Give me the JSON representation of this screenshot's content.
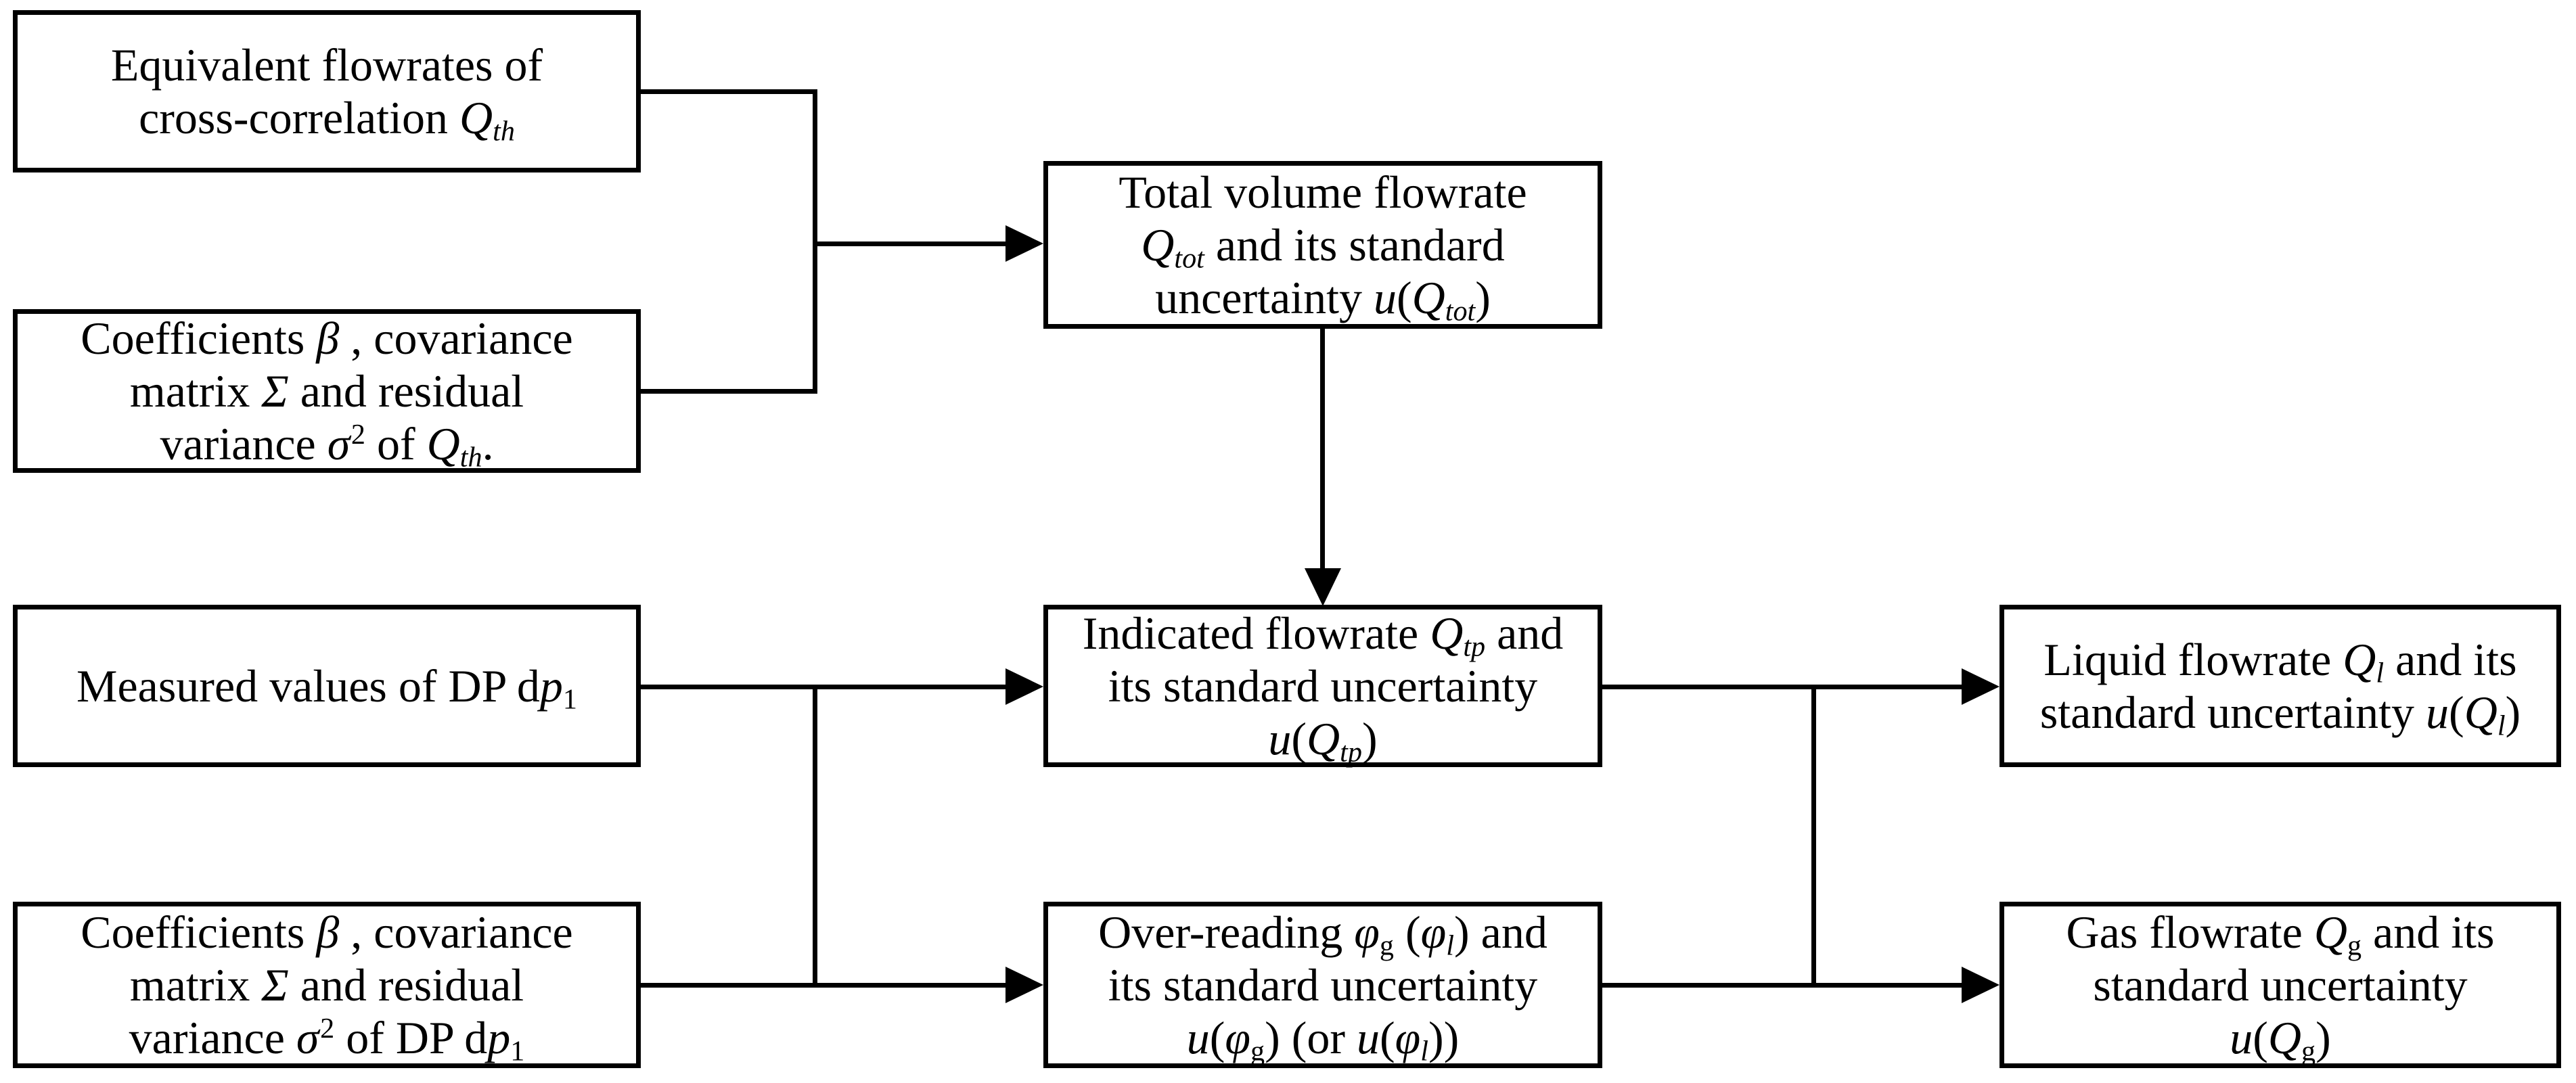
{
  "colors": {
    "background": "#ffffff",
    "line": "#000000",
    "text": "#000000"
  },
  "flowchart": {
    "boxes": [
      {
        "id": "equivalent-flowrates",
        "text": "Equivalent flowrates of cross-correlation Qth",
        "runs": [
          {
            "t": "Equivalent flowrates of"
          },
          {
            "br": true
          },
          {
            "t": "cross-correlation "
          },
          {
            "t": "Q",
            "i": true
          },
          {
            "t": "th",
            "v": "sub",
            "i": true
          }
        ]
      },
      {
        "id": "coefficients-qth",
        "text": "Coefficients β , covariance matrix Σ and residual variance σ2 of Qth.",
        "runs": [
          {
            "t": "Coefficients "
          },
          {
            "t": "β",
            "i": true
          },
          {
            "t": " , covariance"
          },
          {
            "br": true
          },
          {
            "t": "matrix "
          },
          {
            "t": "Σ",
            "i": true
          },
          {
            "t": " and residual"
          },
          {
            "br": true
          },
          {
            "t": "variance "
          },
          {
            "t": "σ",
            "i": true
          },
          {
            "t": "2",
            "v": "sup"
          },
          {
            "t": " of "
          },
          {
            "t": "Q",
            "i": true
          },
          {
            "t": "th",
            "v": "sub",
            "i": true
          },
          {
            "t": "."
          }
        ]
      },
      {
        "id": "measured-dp",
        "text": "Measured values of DP dp1",
        "runs": [
          {
            "t": "Measured values of DP d"
          },
          {
            "t": "p",
            "i": true
          },
          {
            "t": "1",
            "v": "sub"
          }
        ]
      },
      {
        "id": "coefficients-dp",
        "text": "Coefficients β , covariance matrix Σ and residual variance σ2 of DP dp1",
        "runs": [
          {
            "t": "Coefficients "
          },
          {
            "t": "β",
            "i": true
          },
          {
            "t": " , covariance"
          },
          {
            "br": true
          },
          {
            "t": "matrix "
          },
          {
            "t": "Σ",
            "i": true
          },
          {
            "t": " and residual"
          },
          {
            "br": true
          },
          {
            "t": "variance "
          },
          {
            "t": "σ",
            "i": true
          },
          {
            "t": "2",
            "v": "sup"
          },
          {
            "t": " of DP d"
          },
          {
            "t": "p",
            "i": true
          },
          {
            "t": "1",
            "v": "sub"
          }
        ]
      },
      {
        "id": "total-flowrate",
        "text": "Total volume flowrate Qtot and its standard uncertainty u(Qtot)",
        "runs": [
          {
            "t": "Total volume flowrate"
          },
          {
            "br": true
          },
          {
            "t": "Q",
            "i": true
          },
          {
            "t": "tot",
            "v": "sub",
            "i": true
          },
          {
            "t": " and its standard"
          },
          {
            "br": true
          },
          {
            "t": "uncertainty "
          },
          {
            "t": "u",
            "i": true
          },
          {
            "t": "("
          },
          {
            "t": "Q",
            "i": true
          },
          {
            "t": "tot",
            "v": "sub",
            "i": true
          },
          {
            "t": ")"
          }
        ]
      },
      {
        "id": "indicated-flowrate",
        "text": "Indicated flowrate Qtp and its standard uncertainty u(Qtp)",
        "runs": [
          {
            "t": "Indicated flowrate "
          },
          {
            "t": "Q",
            "i": true
          },
          {
            "t": "tp",
            "v": "sub",
            "i": true
          },
          {
            "t": " and"
          },
          {
            "br": true
          },
          {
            "t": "its standard uncertainty"
          },
          {
            "br": true
          },
          {
            "t": "u",
            "i": true
          },
          {
            "t": "("
          },
          {
            "t": "Q",
            "i": true
          },
          {
            "t": "tp",
            "v": "sub",
            "i": true
          },
          {
            "t": ")"
          }
        ]
      },
      {
        "id": "over-reading",
        "text": "Over-reading φg (φl) and its standard uncertainty u(φg) (or u(φl))",
        "runs": [
          {
            "t": "Over-reading "
          },
          {
            "t": "φ",
            "i": true
          },
          {
            "t": "g",
            "v": "sub"
          },
          {
            "t": " ("
          },
          {
            "t": "φ",
            "i": true
          },
          {
            "t": "l",
            "v": "sub",
            "i": true
          },
          {
            "t": ") and"
          },
          {
            "br": true
          },
          {
            "t": "its standard uncertainty"
          },
          {
            "br": true
          },
          {
            "t": "u",
            "i": true
          },
          {
            "t": "("
          },
          {
            "t": "φ",
            "i": true
          },
          {
            "t": "g",
            "v": "sub"
          },
          {
            "t": ") (or "
          },
          {
            "t": "u",
            "i": true
          },
          {
            "t": "("
          },
          {
            "t": "φ",
            "i": true
          },
          {
            "t": "l",
            "v": "sub",
            "i": true
          },
          {
            "t": "))"
          }
        ]
      },
      {
        "id": "liquid-flowrate",
        "text": "Liquid flowrate Ql and its standard uncertainty u(Ql)",
        "runs": [
          {
            "t": "Liquid flowrate "
          },
          {
            "t": "Q",
            "i": true
          },
          {
            "t": "l",
            "v": "sub",
            "i": true
          },
          {
            "t": " and its"
          },
          {
            "br": true
          },
          {
            "t": "standard uncertainty "
          },
          {
            "t": "u",
            "i": true
          },
          {
            "t": "("
          },
          {
            "t": "Q",
            "i": true
          },
          {
            "t": "l",
            "v": "sub",
            "i": true
          },
          {
            "t": ")"
          }
        ]
      },
      {
        "id": "gas-flowrate",
        "text": "Gas flowrate Qg and its standard uncertainty u(Qg)",
        "runs": [
          {
            "t": "Gas flowrate "
          },
          {
            "t": "Q",
            "i": true
          },
          {
            "t": "g",
            "v": "sub"
          },
          {
            "t": " and its"
          },
          {
            "br": true
          },
          {
            "t": "standard uncertainty"
          },
          {
            "br": true
          },
          {
            "t": "u",
            "i": true
          },
          {
            "t": "("
          },
          {
            "t": "Q",
            "i": true
          },
          {
            "t": "g",
            "v": "sub"
          },
          {
            "t": ")"
          }
        ]
      }
    ],
    "connectors": [
      {
        "from": "equivalent-flowrates",
        "to": "total-flowrate"
      },
      {
        "from": "coefficients-qth",
        "to": "total-flowrate"
      },
      {
        "from": "total-flowrate",
        "to": "indicated-flowrate"
      },
      {
        "from": "measured-dp",
        "to": "indicated-flowrate"
      },
      {
        "from": "measured-dp",
        "to": "over-reading"
      },
      {
        "from": "coefficients-dp",
        "to": "indicated-flowrate"
      },
      {
        "from": "coefficients-dp",
        "to": "over-reading"
      },
      {
        "from": "indicated-flowrate",
        "to": "liquid-flowrate"
      },
      {
        "from": "indicated-flowrate",
        "to": "gas-flowrate"
      },
      {
        "from": "over-reading",
        "to": "liquid-flowrate"
      },
      {
        "from": "over-reading",
        "to": "gas-flowrate"
      }
    ]
  }
}
